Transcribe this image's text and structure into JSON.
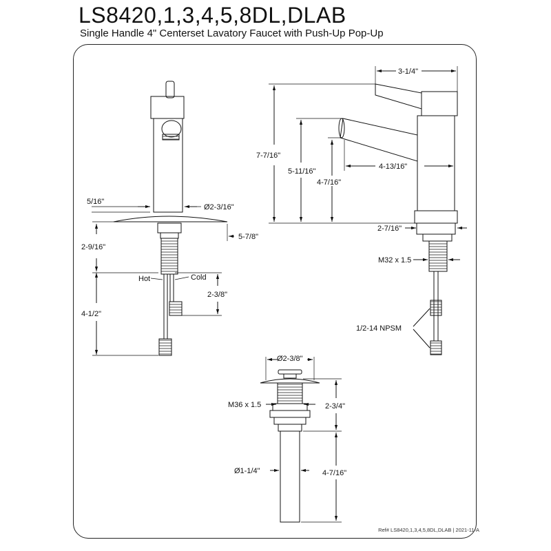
{
  "header": {
    "title": "LS8420,1,3,4,5,8DL,DLAB",
    "subtitle": "Single Handle 4\" Centerset Lavatory Faucet with Push-Up Pop-Up"
  },
  "footer": {
    "ref": "Ref# LS8420,1,3,4,5,8DL,DLAB | 2021-11-A"
  },
  "front_view": {
    "dim_5_16": "5/16\"",
    "dim_dia_2_3_16": "Ø2-3/16\"",
    "dim_5_7_8": "5-7/8\"",
    "dim_2_9_16": "2-9/16\"",
    "label_hot": "Hot",
    "label_cold": "Cold",
    "dim_2_3_8": "2-3/8\"",
    "dim_4_1_2": "4-1/2\""
  },
  "side_view": {
    "dim_3_1_4": "3-1/4\"",
    "dim_7_7_16": "7-7/16\"",
    "dim_5_11_16": "5-11/16\"",
    "dim_4_7_16": "4-7/16\"",
    "dim_4_13_16": "4-13/16\"",
    "dim_2_7_16": "2-7/16\"",
    "dim_m32": "M32 x 1.5",
    "dim_npsm": "1/2-14 NPSM"
  },
  "drain_view": {
    "dim_dia_2_3_8": "Ø2-3/8\"",
    "dim_m36": "M36 x 1.5",
    "dim_2_3_4": "2-3/4\"",
    "dim_dia_1_1_4": "Ø1-1/4\"",
    "dim_4_7_16": "4-7/16\""
  }
}
